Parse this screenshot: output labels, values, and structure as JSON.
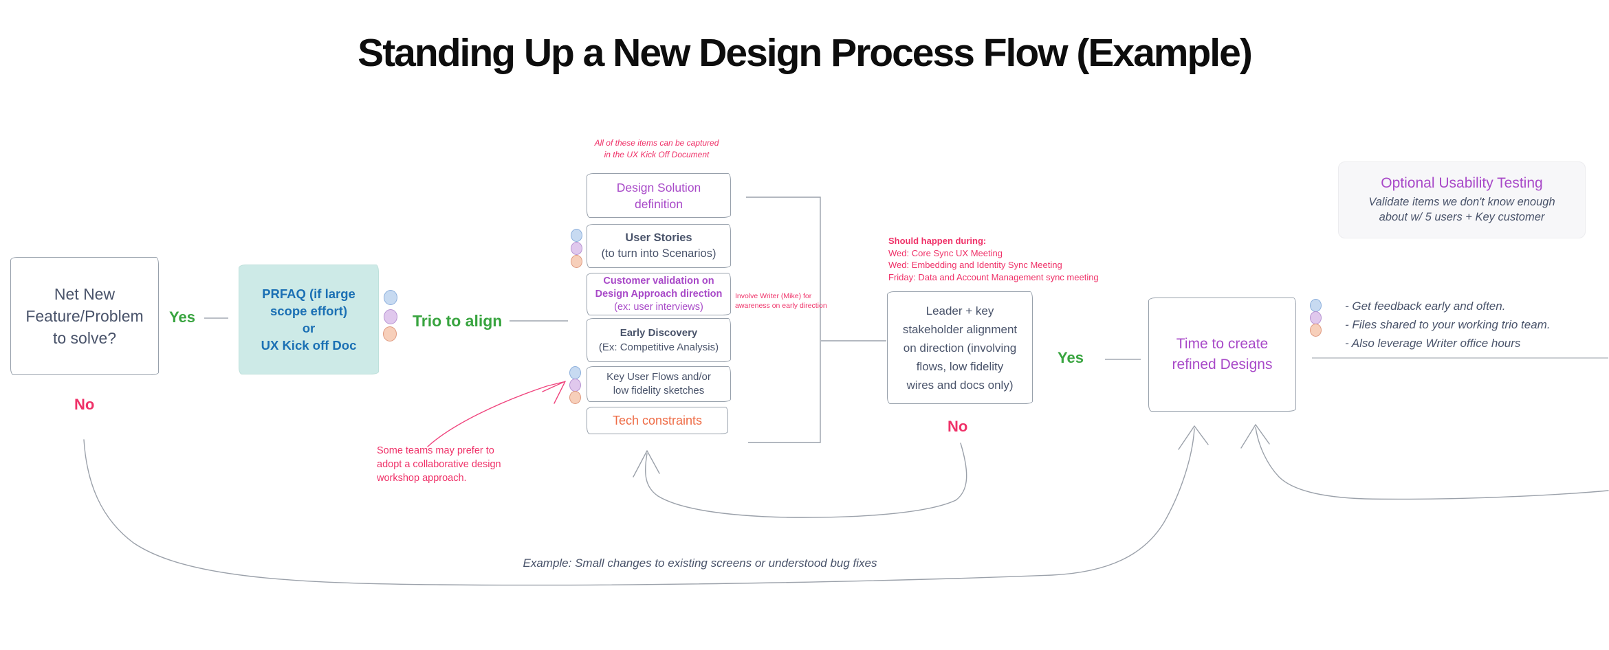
{
  "title": "Standing Up a New Design Process Flow (Example)",
  "labels": {
    "yes_left": "Yes",
    "no_left": "No",
    "trio": "Trio to align",
    "yes_right": "Yes",
    "no_right": "No"
  },
  "nodes": {
    "start": {
      "lines": [
        "Net New",
        "Feature/Problem",
        "to solve?"
      ]
    },
    "prfaq": {
      "lines": [
        "PRFAQ (if large",
        "scope effort)",
        "or",
        "UX Kick off Doc"
      ]
    },
    "design_solution": {
      "lines": [
        "Design Solution",
        "definition"
      ]
    },
    "user_stories": {
      "title": "User Stories",
      "subtitle": "(to turn into Scenarios)"
    },
    "customer_validation": {
      "bold_lines": [
        "Customer validation on",
        "Design Approach direction"
      ],
      "subtitle": "(ex: user interviews)"
    },
    "early_discovery": {
      "title": "Early Discovery",
      "subtitle": "(Ex: Competitive Analysis)"
    },
    "key_user_flows": {
      "lines": [
        "Key User Flows and/or",
        "low fidelity sketches"
      ]
    },
    "tech_constraints": {
      "label": "Tech constraints"
    },
    "leader_alignment": {
      "lines": [
        "Leader + key",
        "stakeholder alignment",
        "on direction (involving",
        "flows, low fidelity",
        "wires and docs only)"
      ]
    },
    "time_to_create": {
      "lines": [
        "Time to create",
        "refined Designs"
      ]
    },
    "optional_usability": {
      "title": "Optional Usability Testing",
      "lines": [
        "Validate items we don't know enough",
        "about w/ 5 users + Key customer"
      ]
    }
  },
  "notes": {
    "captured": {
      "lines": [
        "All of these items can be captured",
        "in the UX Kick Off Document"
      ]
    },
    "involve_writer": {
      "lines": [
        "Involve Writer (Mike) for",
        "awareness on early direction"
      ]
    },
    "should_happen": {
      "title": "Should happen during:",
      "lines": [
        "Wed: Core Sync UX Meeting",
        "Wed: Embedding and Identity Sync Meeting",
        "Friday: Data and Account Management sync meeting"
      ]
    },
    "some_teams": {
      "lines": [
        "Some teams may prefer to",
        "adopt a collaborative design",
        "workshop approach."
      ]
    },
    "refined_tips": {
      "lines": [
        "- Get feedback early and often.",
        "- Files shared to your working trio team.",
        "- Also leverage Writer office hours"
      ]
    },
    "example": "Example: Small changes to existing screens or understood bug fixes"
  },
  "icons": {
    "trio_dots": [
      "dot-blue-icon",
      "dot-purple-icon",
      "dot-orange-icon"
    ]
  },
  "colors": {
    "pink": "#ef3168",
    "green": "#38a43f",
    "purple": "#a849c8",
    "blue_text": "#1b70b4",
    "orange": "#ee6b45",
    "dark_text": "#49536a",
    "teal_box_bg": "#cdeae7",
    "optional_box_bg": "#f7f7f9",
    "box_border": "#97a0ab",
    "connector_gray": "#a4aab3",
    "dot_blue": "#c7daf1",
    "dot_purple": "#e0c8ed",
    "dot_orange": "#f7cfba"
  }
}
